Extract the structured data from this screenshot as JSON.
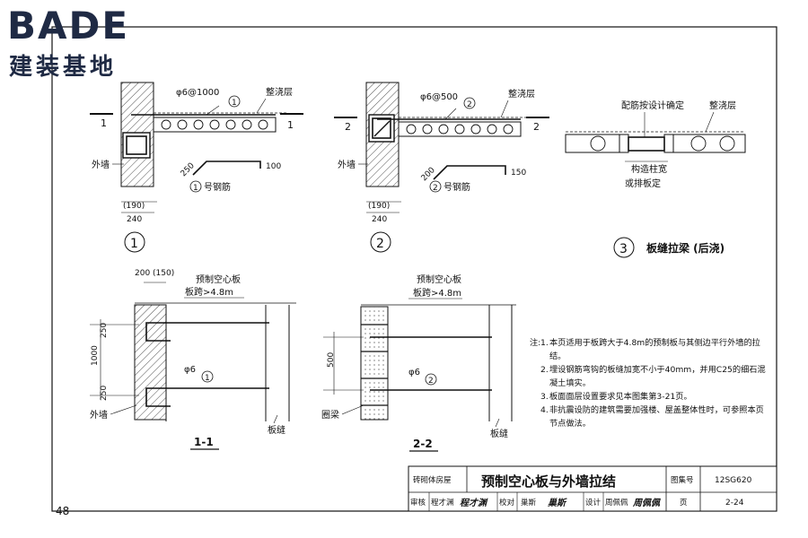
{
  "logo": {
    "brand": "BADE",
    "subtitle": "建装基地"
  },
  "page_number": "48",
  "detail1": {
    "rebar_spec": "φ6@1000",
    "callout": "1",
    "topping": "整浇层",
    "section_mark": "1",
    "wall": "外墙",
    "dim_hook": "250",
    "dim_tail": "100",
    "bar_label": "号钢筋",
    "bar_num": "1",
    "dim_inner": "(190)",
    "dim_outer": "240",
    "title_num": "1"
  },
  "detail2": {
    "rebar_spec": "φ6@500",
    "callout": "2",
    "topping": "整浇层",
    "section_mark": "2",
    "wall": "外墙",
    "dim_hook": "200",
    "dim_tail": "150",
    "bar_label": "号钢筋",
    "bar_num": "2",
    "dim_inner": "(190)",
    "dim_outer": "240",
    "title_num": "2"
  },
  "detail3": {
    "rebar_note": "配筋按设计确定",
    "topping": "整浇层",
    "width_note_1": "构造柱宽",
    "width_note_2": "或排板定",
    "title_num": "3",
    "title": "板缝拉梁 (后浇)"
  },
  "section11": {
    "dim_top": "200 (150)",
    "slab_label": "预制空心板",
    "span_label": "板跨>4.8m",
    "dim_250a": "250",
    "dim_1000": "1000",
    "dim_250b": "250",
    "rebar_spec": "φ6",
    "callout": "1",
    "wall": "外墙",
    "joint": "板缝",
    "title": "1-1"
  },
  "section22": {
    "slab_label": "预制空心板",
    "span_label": "板跨>4.8m",
    "dim_500": "500",
    "rebar_spec": "φ6",
    "callout": "2",
    "ring_beam": "圈梁",
    "joint": "板缝",
    "title": "2-2"
  },
  "notes": {
    "title": "注:",
    "items": [
      "本页适用于板跨大于4.8m的预制板与其侧边平行外墙的拉结。",
      "埋设钢筋弯钩的板缝加宽不小于40mm，并用C25的细石混凝土填实。",
      "板面面层设置要求见本图集第3-21页。",
      "非抗震设防的建筑需要加强楼、屋盖整体性时，可参照本页节点做法。"
    ]
  },
  "title_block": {
    "category": "砖砌体房屋",
    "title": "预制空心板与外墙拉结",
    "atlas_label": "图集号",
    "atlas_no": "12SG620",
    "review_label": "审核",
    "reviewer": "程才渊",
    "reviewer_sig": "程才渊",
    "check_label": "校对",
    "checker": "巢斯",
    "checker_sig": "巢斯",
    "design_label": "设计",
    "designer": "周佩佩",
    "designer_sig": "周佩佩",
    "page_label": "页",
    "page_no": "2-24"
  }
}
